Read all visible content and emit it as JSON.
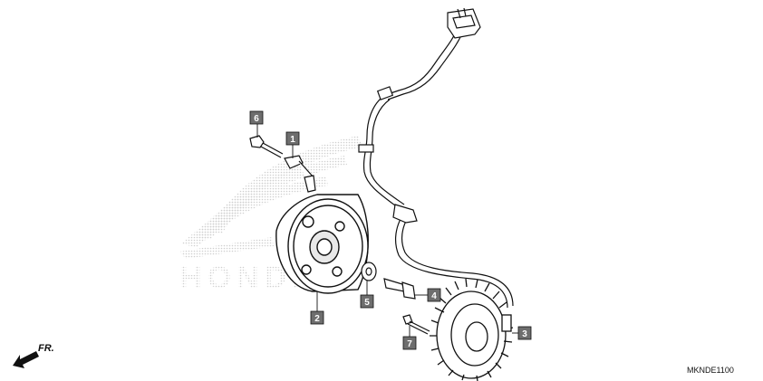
{
  "diagram_code": "MKNDE1100",
  "direction_label": "FR.",
  "watermark_logo_text": "HONDA",
  "callouts": [
    {
      "id": "1",
      "label": "1"
    },
    {
      "id": "2",
      "label": "2"
    },
    {
      "id": "3",
      "label": "3"
    },
    {
      "id": "4",
      "label": "4"
    },
    {
      "id": "5",
      "label": "5"
    },
    {
      "id": "6",
      "label": "6"
    },
    {
      "id": "7",
      "label": "7"
    }
  ],
  "colors": {
    "line": "#111111",
    "callout_box": "#6e6e6e",
    "watermark": "#d8d8d8",
    "background": "#ffffff"
  },
  "icons": [
    "front-direction-arrow-icon",
    "honda-wing-logo"
  ]
}
